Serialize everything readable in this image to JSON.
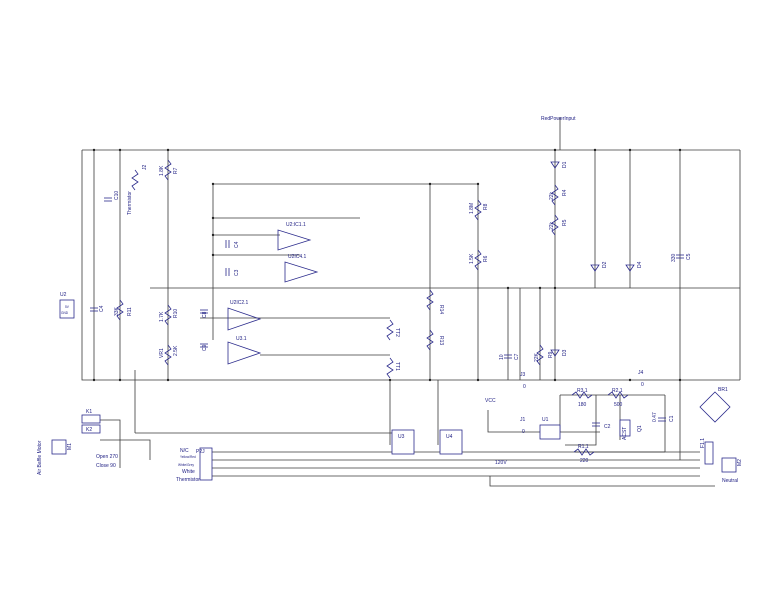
{
  "labels": {
    "red_power_input": "RedPowerInput",
    "vcc": "VCC",
    "v120": "120V",
    "open": "Open 270",
    "close": "Close 90",
    "air_baffle": "Air Baffle Motor",
    "neutral": "Neutral",
    "nc": "N/C",
    "yellow_red": "Yellow/Red",
    "white_grey": "White/Grey",
    "white": "White",
    "thermistor_wire": "Thermistor",
    "thermistor_part": "Thermistor",
    "gnd": "GND",
    "pin_5v": "5V"
  },
  "components": {
    "U2": "U2",
    "C4L": "C4",
    "R11": "R11",
    "R11v": "33K",
    "J2": "J2",
    "C10": "C10",
    "R7": "R7",
    "R7v": "1.8K",
    "R10": "R10",
    "R10v": "1.7K",
    "VR1": "VR1",
    "VR1v": "2.5K",
    "C8": "C8",
    "C9": "C9",
    "C4": "C4",
    "C3": "C3",
    "U2IC11": "U2:IC1.1",
    "U2IC41": "U2IC4.1",
    "U2IC21": "U2IC2.1",
    "U31": "U3.1",
    "R14": "R14",
    "R13": "R13",
    "TT2": "TT2",
    "TT1": "TT1",
    "R8": "R8",
    "R8v": "1.8M",
    "R6": "R6",
    "R6v": "1.5K",
    "D1": "D1",
    "R4": "R4",
    "R4v": "22k",
    "R5": "R5",
    "R5v": "22k",
    "R9": "R9",
    "R9v": "22K",
    "D3": "D3",
    "C7": "C7",
    "C7v": "10",
    "J3": "J3",
    "J3v": "0",
    "D2": "D2",
    "D4": "D4",
    "C5": "C5",
    "C5v": "330",
    "J4": "J4",
    "J4v": "0",
    "BR1": "BR1",
    "R3": "R3.1",
    "R3v": "180",
    "R2": "R2.1",
    "R2v": "500",
    "J1": "J1",
    "J1v": "0",
    "U1": "U1",
    "C2": "C2",
    "Q1": "Q1",
    "ACST": "ACST",
    "R1": "R1.1",
    "R1v": "220",
    "C1": "C1",
    "C1v": "0.47",
    "U3": "U3",
    "U4": "U4",
    "K1": "K1",
    "K2": "K2",
    "P2J": "P2J",
    "M1": "M1",
    "M2": "M2",
    "F1": "F1.1"
  }
}
